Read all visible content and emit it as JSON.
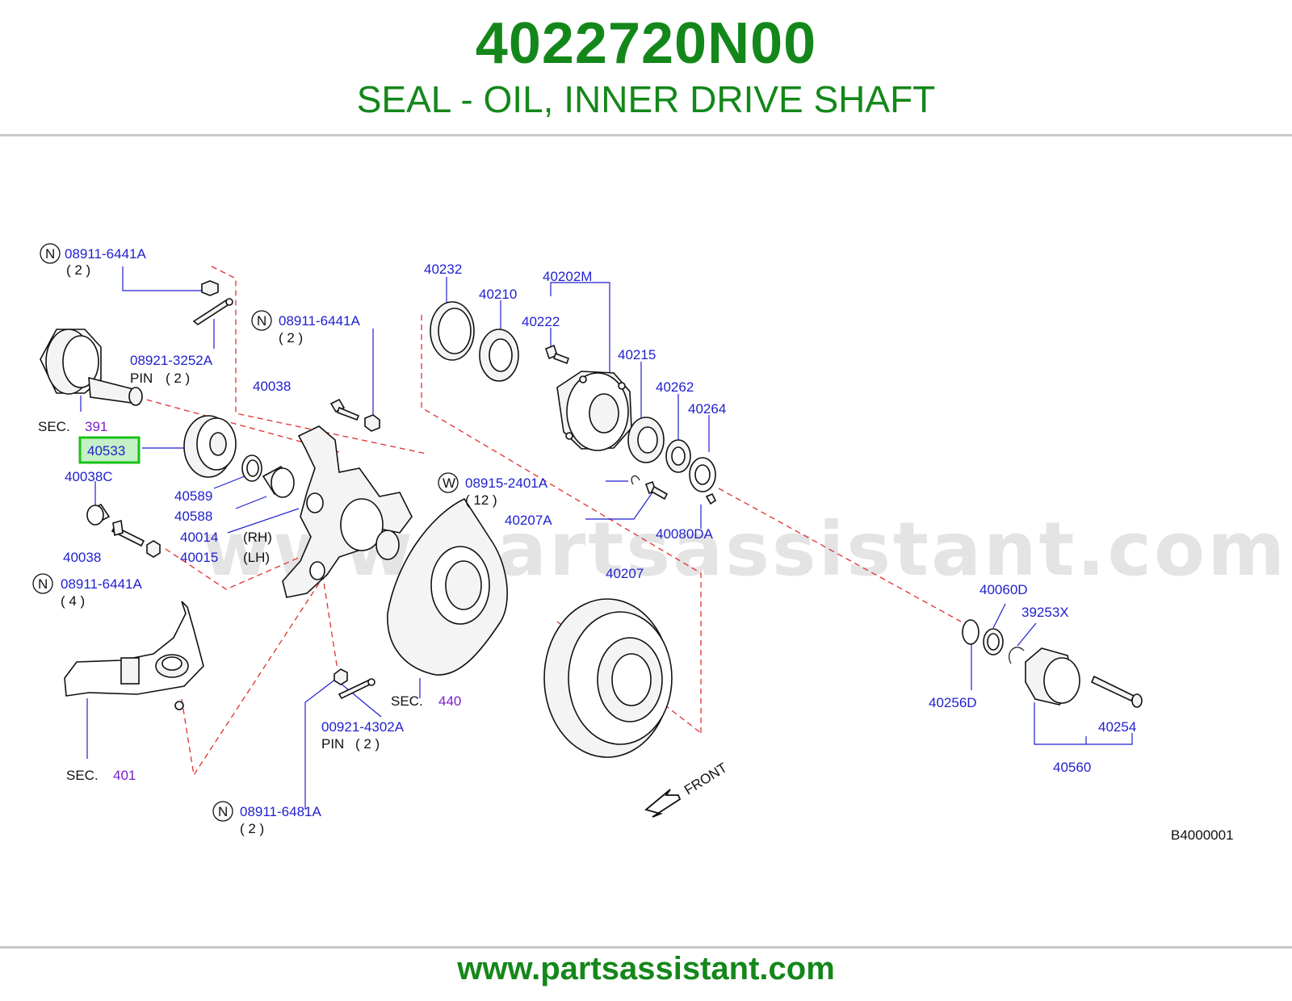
{
  "header": {
    "part_number": "4022720N00",
    "part_name": "SEAL - OIL, INNER DRIVE SHAFT"
  },
  "footer": {
    "url": "www.partsassistant.com"
  },
  "watermark": "www.partsassistant.com",
  "colors": {
    "title_green": "#14871a",
    "label_blue": "#1f1fcf",
    "section_purple": "#7a1fc8",
    "highlight_green": "#18c218",
    "highlight_fill": "#c6f0c6",
    "dash_red": "#e03030"
  },
  "diagram": {
    "code": "B4000001",
    "highlighted": "40533",
    "labels": {
      "p08911_6441A_top": "08911-6441A",
      "q2_a": "( 2 )",
      "p08921_3252A": "08921-3252A",
      "pin_a": "PIN",
      "q2_b": "( 2 )",
      "sec_text_a": "SEC.",
      "sec391": "391",
      "p40533": "40533",
      "p40038C": "40038C",
      "p40589": "40589",
      "p40588": "40588",
      "p40014": "40014",
      "rh": "(RH)",
      "p40015": "40015",
      "lh": "(LH)",
      "p40038_left": "40038",
      "p08911_6441A_left": "08911-6441A",
      "q4": "( 4 )",
      "sec_text_b": "SEC.",
      "sec401": "401",
      "p08911_6441A_mid": "08911-6441A",
      "q2_c": "( 2 )",
      "p40038_mid": "40038",
      "p40232": "40232",
      "p40210": "40210",
      "p40202M": "40202M",
      "p40222": "40222",
      "p40215": "40215",
      "p40262": "40262",
      "p40264": "40264",
      "p08915_2401A": "08915-2401A",
      "q12": "( 12 )",
      "p40207A": "40207A",
      "p40080DA": "40080DA",
      "p40207": "40207",
      "sec_text_c": "SEC.",
      "sec440": "440",
      "p00921_4302A": "00921-4302A",
      "pin_b": "PIN",
      "q2_d": "( 2 )",
      "p08911_6481A": "08911-6481A",
      "q2_e": "( 2 )",
      "front": "FRONT",
      "p40060D": "40060D",
      "p39253X": "39253X",
      "p40256D": "40256D",
      "p40254": "40254",
      "p40560": "40560",
      "n1": "N",
      "n2": "N",
      "n3": "N",
      "n4": "N",
      "w1": "W"
    }
  }
}
